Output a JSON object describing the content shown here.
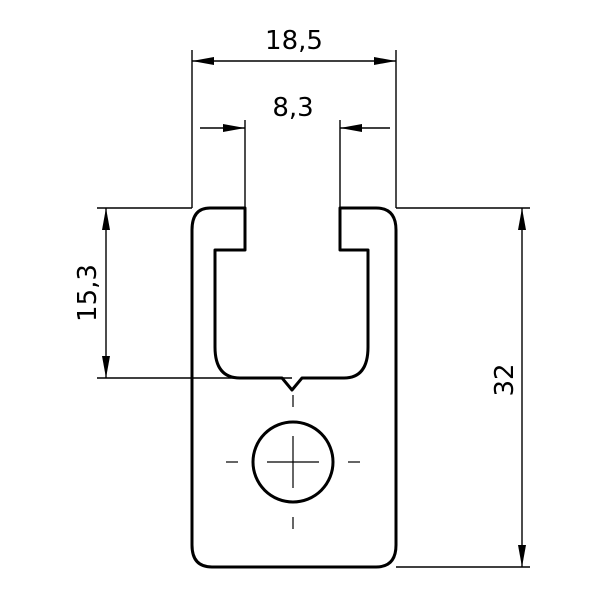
{
  "dimensions": {
    "overall_width": "18,5",
    "slot_opening": "8,3",
    "slot_depth": "15,3",
    "overall_height": "32"
  },
  "colors": {
    "line": "#000000",
    "background": "#ffffff"
  }
}
